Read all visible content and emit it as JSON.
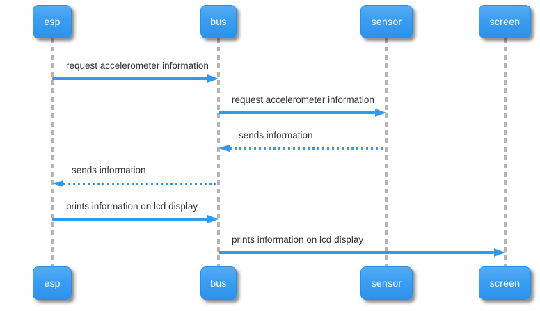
{
  "diagram": {
    "type": "sequence-diagram",
    "actors": [
      {
        "id": "esp",
        "label": "esp"
      },
      {
        "id": "bus",
        "label": "bus"
      },
      {
        "id": "sensor",
        "label": "sensor"
      },
      {
        "id": "screen",
        "label": "screen"
      }
    ],
    "messages": [
      {
        "from": "esp",
        "to": "bus",
        "line": "solid",
        "label": "request accelerometer information"
      },
      {
        "from": "bus",
        "to": "sensor",
        "line": "solid",
        "label": "request accelerometer information"
      },
      {
        "from": "sensor",
        "to": "bus",
        "line": "dotted",
        "label": "sends information"
      },
      {
        "from": "bus",
        "to": "esp",
        "line": "dotted",
        "label": "sends information"
      },
      {
        "from": "esp",
        "to": "bus",
        "line": "solid",
        "label": "prints information on lcd display"
      },
      {
        "from": "bus",
        "to": "screen",
        "line": "solid",
        "label": "prints information on lcd display"
      }
    ],
    "colors": {
      "actor_box_top": "#55ABF4",
      "actor_box_bottom": "#2D92EC",
      "arrow": "#2F9BF0",
      "lifeline": "#B4B4B4",
      "message_text": "#333333",
      "actor_text": "#FFFFFF"
    }
  }
}
